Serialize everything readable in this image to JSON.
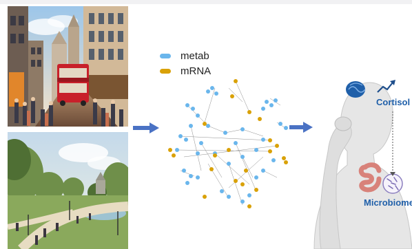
{
  "legend": {
    "items": [
      {
        "label": "metab",
        "color": "#6ab6ec"
      },
      {
        "label": "mRNA",
        "color": "#d9a107"
      }
    ]
  },
  "labels": {
    "cortisol": "Cortisol",
    "microbiome": "Microbiome"
  },
  "scenes": {
    "top": "city-street-icon",
    "bottom": "park-icon"
  },
  "colors": {
    "metab": "#6ab6ec",
    "mrna": "#d9a107",
    "arrow": "#4a72c4",
    "accent_text": "#1f5fa9"
  }
}
